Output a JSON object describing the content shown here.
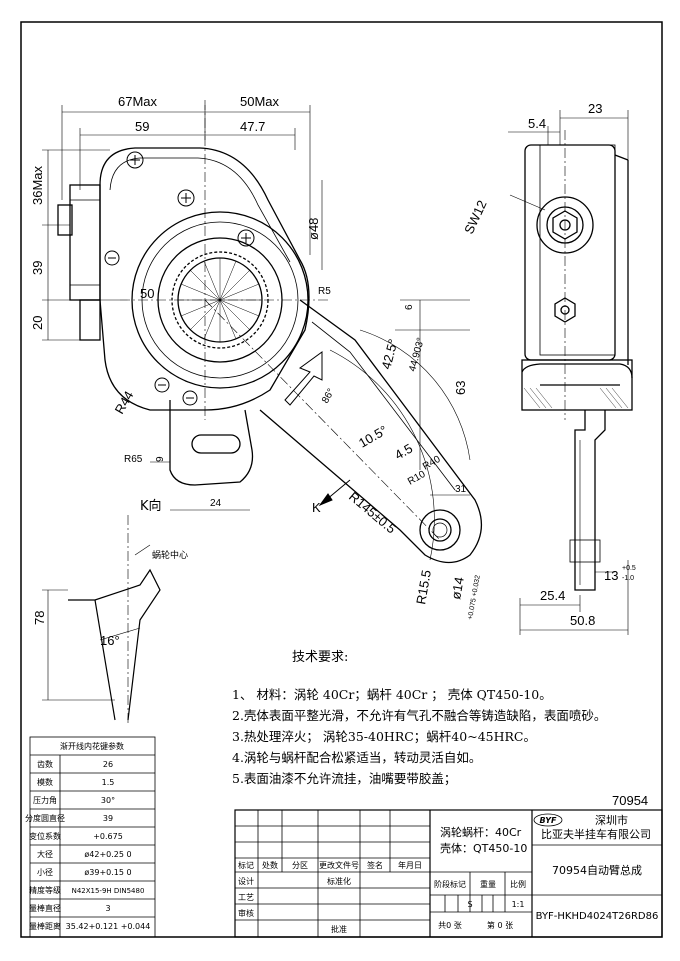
{
  "drawing_number": "70954",
  "front_view_dims": {
    "d67max": "67Max",
    "d50max": "50Max",
    "d59": "59",
    "d47_7": "47.7",
    "d36max": "36Max",
    "d39": "39",
    "d20": "20",
    "d48": "ø48",
    "d50": "50",
    "r5": "R5",
    "d6": "6",
    "a42_5": "42.5°",
    "d44_903": "44.903°",
    "d63": "63",
    "r44": "R44",
    "r65": "R65",
    "d9": "9",
    "d24": "24",
    "a86": "86°",
    "d10_5": "10.5°",
    "d4_5": "4.5",
    "r40": "R40",
    "r10": "R10",
    "d31": "31",
    "r145": "R145±0.5",
    "r15_5": "R15.5",
    "d14": "ø14",
    "d14_tol": "+0.075 +0.032",
    "k_mark": "K"
  },
  "side_view_dims": {
    "d23": "23",
    "d5_4": "5.4",
    "sw12": "SW12",
    "d13": "13",
    "d13_tol_up": "+0.5",
    "d13_tol_dn": "-1.0",
    "d25_4": "25.4",
    "d50_8": "50.8"
  },
  "detail_view": {
    "title": "K向",
    "label": "蜗轮中心",
    "d78": "78",
    "a16": "16°"
  },
  "tech_requirements": {
    "title": "技术要求:",
    "items": [
      "1、 材料：涡轮 40Cr；蜗杆 40Cr ；  壳体 QT450-10。",
      "2.壳体表面平整光滑，不允许有气孔不融合等铸造缺陷，表面喷砂。",
      "3.热处理淬火；  涡轮35-40HRC；蜗杆40~45HRC。",
      "4.涡轮与蜗杆配合松紧适当，转动灵活自如。",
      "5.表面油漆不允许流挂，油嘴要带胶盖；"
    ]
  },
  "spline_table": {
    "title": "渐开线内花键参数",
    "rows": [
      {
        "label": "齿数",
        "value": "26"
      },
      {
        "label": "模数",
        "value": "1.5"
      },
      {
        "label": "压力角",
        "value": "30°"
      },
      {
        "label": "分度圆直径",
        "value": "39"
      },
      {
        "label": "变位系数",
        "value": "+0.675"
      },
      {
        "label": "大径",
        "value": "ø42+0.25 0"
      },
      {
        "label": "小径",
        "value": "ø39+0.15 0"
      },
      {
        "label": "精度等级",
        "value": "N42X15-9H DIN5480"
      },
      {
        "label": "量棒直径",
        "value": "3"
      },
      {
        "label": "量棒距离",
        "value": "35.42+0.121 +0.044"
      }
    ]
  },
  "title_block": {
    "material": "涡轮蜗杆：40Cr\n壳体：QT450-10",
    "material_l1": "涡轮蜗杆：40Cr",
    "material_l2": "壳体：QT450-10",
    "company_logo": "BYF",
    "company_l1": "深圳市",
    "company_l2": "比亚夫半挂车有限公司",
    "part_name": "70954自动臂总成",
    "part_code": "BYF-HKHD4024T26RD86",
    "hdr_mark": "标记",
    "hdr_count": "处数",
    "hdr_zone": "分区",
    "hdr_change": "更改文件号",
    "hdr_sign": "签名",
    "hdr_date": "年月日",
    "row_design": "设计",
    "row_std": "标准化",
    "row_craft": "工艺",
    "row_review": "审核",
    "row_approve": "批准",
    "stage_mark": "阶段标记",
    "weight": "重量",
    "scale": "比例",
    "stage_s": "S",
    "scale_val": "1:1",
    "sheets_total": "共0 张",
    "sheet_no": "第 0 张"
  }
}
